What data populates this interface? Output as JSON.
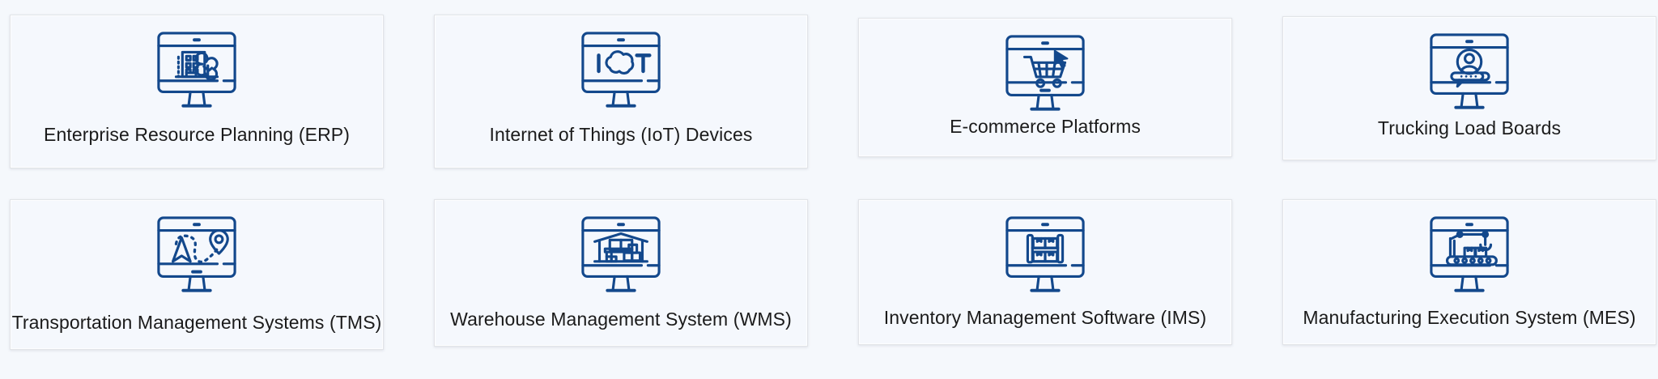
{
  "page": {
    "background_color": "#f5f8fc",
    "card_background_color": "#f5f8fd",
    "card_border_color": "#e2e4e8",
    "icon_color": "#13488c",
    "label_color": "#1b1b1b",
    "layout": "grid",
    "columns": 4,
    "rows": 2
  },
  "cards": [
    {
      "id": "erp",
      "label": "Enterprise Resource Planning (ERP)",
      "icon": "monitor-office-building-icon"
    },
    {
      "id": "iot",
      "label": "Internet of Things (IoT) Devices",
      "icon": "monitor-iot-cloud-icon",
      "icon_text": "I  T"
    },
    {
      "id": "ecommerce",
      "label": "E-commerce Platforms",
      "icon": "monitor-shopping-cart-icon"
    },
    {
      "id": "trucking",
      "label": "Trucking Load Boards",
      "icon": "monitor-driver-profile-icon"
    },
    {
      "id": "tms",
      "label": "Transportation Management Systems (TMS)",
      "icon": "monitor-route-map-icon"
    },
    {
      "id": "wms",
      "label": "Warehouse Management System (WMS)",
      "icon": "monitor-warehouse-icon"
    },
    {
      "id": "ims",
      "label": "Inventory Management Software (IMS)",
      "icon": "monitor-shelf-rack-icon"
    },
    {
      "id": "mes",
      "label": "Manufacturing Execution System (MES)",
      "icon": "monitor-robot-arm-icon"
    }
  ]
}
